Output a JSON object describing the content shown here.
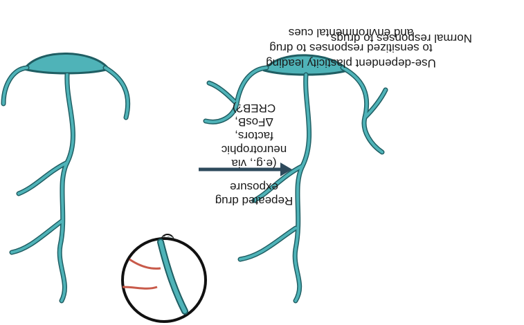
{
  "diagram": {
    "orientation": "rotated-180",
    "colors": {
      "neuron_fill": "#4fb3b8",
      "neuron_stroke": "#1f5e63",
      "synapse_red": "#c85a4a",
      "arrow": "#2e4a5c",
      "outline": "#111111"
    },
    "left_panel": {
      "caption": "Normal responses to drugs"
    },
    "right_panel": {
      "caption_lines": [
        "Use-dependent plasticity leading",
        "to sensitized responses to drug",
        "and environmental cues"
      ]
    },
    "arrow": {
      "label_lines": [
        "Repeated drug",
        "exposure",
        "(e.g., via",
        "neurotrophic",
        "factors,",
        "ΔFosB,",
        "CREB?)"
      ]
    }
  }
}
